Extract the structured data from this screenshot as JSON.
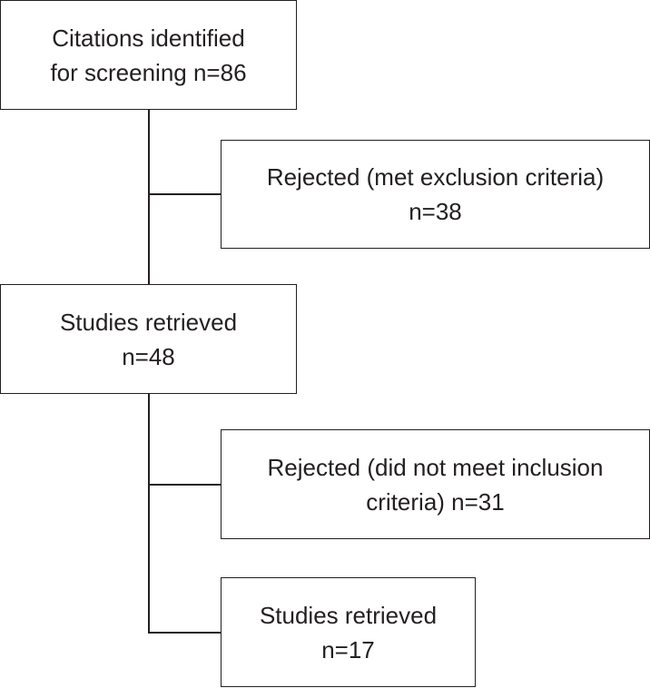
{
  "boxes": {
    "citations": {
      "line1": "Citations identified",
      "line2": "for screening n=86"
    },
    "rejected_exclusion": {
      "line1": "Rejected (met exclusion criteria)",
      "line2": "n=38"
    },
    "studies_retrieved_1": {
      "line1": "Studies retrieved",
      "line2": "n=48"
    },
    "rejected_inclusion": {
      "line1": "Rejected (did not meet inclusion",
      "line2": "criteria) n=31"
    },
    "studies_retrieved_2": {
      "line1": "Studies retrieved",
      "line2": "n=17"
    }
  }
}
